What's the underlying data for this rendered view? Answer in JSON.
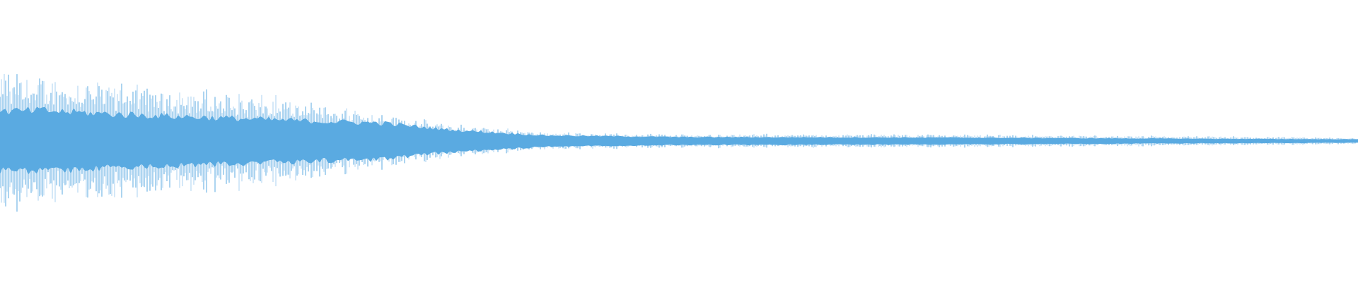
{
  "waveform": {
    "color": "#5aaae1",
    "light_color": "#a9d2f0",
    "background": "#ffffff",
    "envelope": [
      {
        "t": 0.0,
        "peak": 0.63,
        "core": 0.26
      },
      {
        "t": 0.03,
        "peak": 0.57,
        "core": 0.27
      },
      {
        "t": 0.08,
        "peak": 0.53,
        "core": 0.24
      },
      {
        "t": 0.15,
        "peak": 0.45,
        "core": 0.21
      },
      {
        "t": 0.22,
        "peak": 0.36,
        "core": 0.18
      },
      {
        "t": 0.28,
        "peak": 0.26,
        "core": 0.16
      },
      {
        "t": 0.33,
        "peak": 0.15,
        "core": 0.1
      },
      {
        "t": 0.4,
        "peak": 0.08,
        "core": 0.05
      },
      {
        "t": 0.5,
        "peak": 0.06,
        "core": 0.035
      },
      {
        "t": 0.7,
        "peak": 0.06,
        "core": 0.03
      },
      {
        "t": 0.85,
        "peak": 0.045,
        "core": 0.022
      },
      {
        "t": 1.0,
        "peak": 0.03,
        "core": 0.015
      }
    ]
  }
}
